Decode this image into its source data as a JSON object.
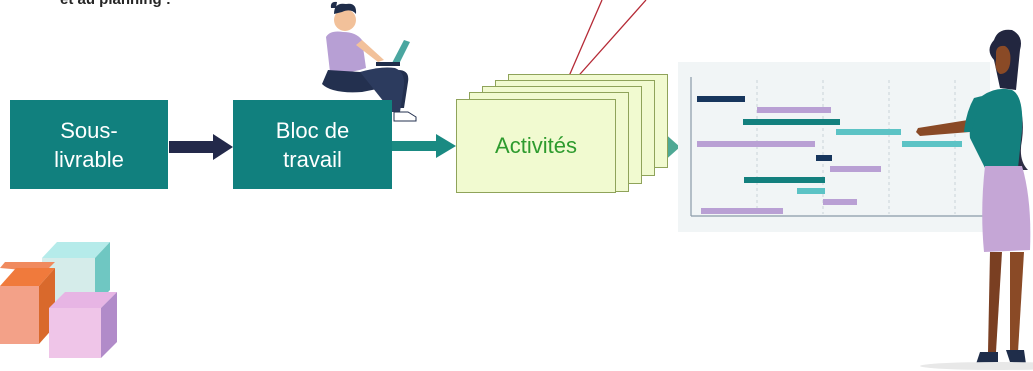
{
  "header": {
    "text": "et au planning :"
  },
  "flow": {
    "box1": {
      "line1": "Sous-",
      "line2": "livrable"
    },
    "box2": {
      "line1": "Bloc de",
      "line2": "travail"
    },
    "box3": {
      "label": "Activités"
    }
  },
  "colors": {
    "teal_box": "#11807e",
    "navy_arrow": "#23294a",
    "teal_arrow": "#1a8a82",
    "sheet_fill": "#f1fad0",
    "callout_line": "#b52a36",
    "gantt_navy": "#17365d",
    "gantt_purple": "#b9a0d4",
    "gantt_teal": "#13807e",
    "gantt_cyan": "#5cc3c5"
  },
  "illustrations": {
    "person_laptop": "person-with-laptop-icon",
    "woman_presenting": "woman-presenting-icon",
    "stacked_cubes": "stacked-cubes-icon",
    "gantt_board": "gantt-chart-board"
  }
}
